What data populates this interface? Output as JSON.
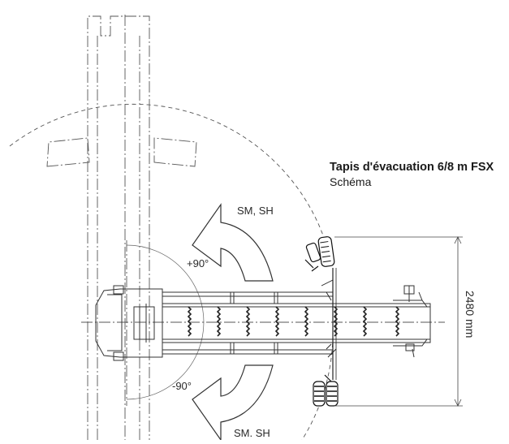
{
  "title": "Tapis d'évacuation 6/8 m FSX",
  "subtitle": "Schéma",
  "labels": {
    "rotation_top": "SM, SH",
    "rotation_bottom": "SM. SH",
    "angle_positive": "+90°",
    "angle_negative": "-90°",
    "width_dimension": "2480 mm"
  }
}
